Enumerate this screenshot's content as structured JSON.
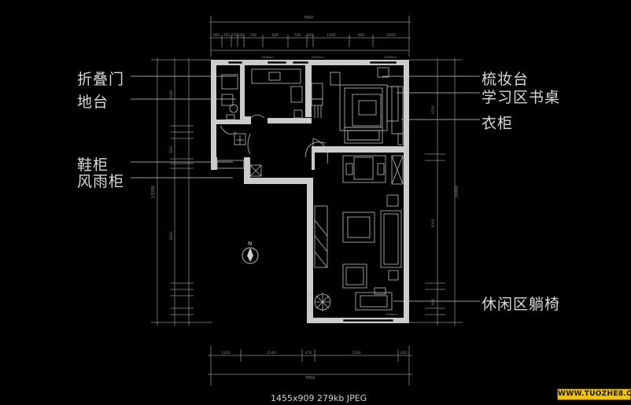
{
  "labels": {
    "folding_door": "折叠门",
    "floor_platform": "地台",
    "shoe_cabinet": "鞋柜",
    "wind_rain_cabinet": "风雨柜",
    "dressing_table": "梳妆台",
    "study_desk": "学习区书桌",
    "wardrobe": "衣柜",
    "lounge_chair": "休闲区躺椅"
  },
  "dimensions": {
    "top_total": "7950",
    "bottom_total": "7950",
    "top_segments": [
      "900",
      "350",
      "235",
      "240",
      "700",
      "800",
      "700",
      "240",
      "1400",
      "900",
      "1640"
    ],
    "bottom_segments": [
      "1240",
      "2540",
      "470",
      "2240",
      "420"
    ],
    "left_total": "13280",
    "right_total": "10440",
    "right_upper": "3330",
    "right_middle": "5000",
    "right_lower": "900",
    "left_upper": "2580",
    "left_middle": "600",
    "left_lower": "3600",
    "window_labels": [
      "1500mm",
      "1000mm",
      "1000mm",
      "1000mm"
    ]
  },
  "compass": {
    "north": "N"
  },
  "caption": "1455x909  279kb  JPEG",
  "watermark": "WWW.TUOZHE8.COM",
  "colors": {
    "background": "#000000",
    "wall": "#cccccc",
    "dim_line": "#8a8a8a",
    "furniture": "#bdbdbd",
    "label": "#d8d8d8",
    "badge": "#f2c200"
  }
}
